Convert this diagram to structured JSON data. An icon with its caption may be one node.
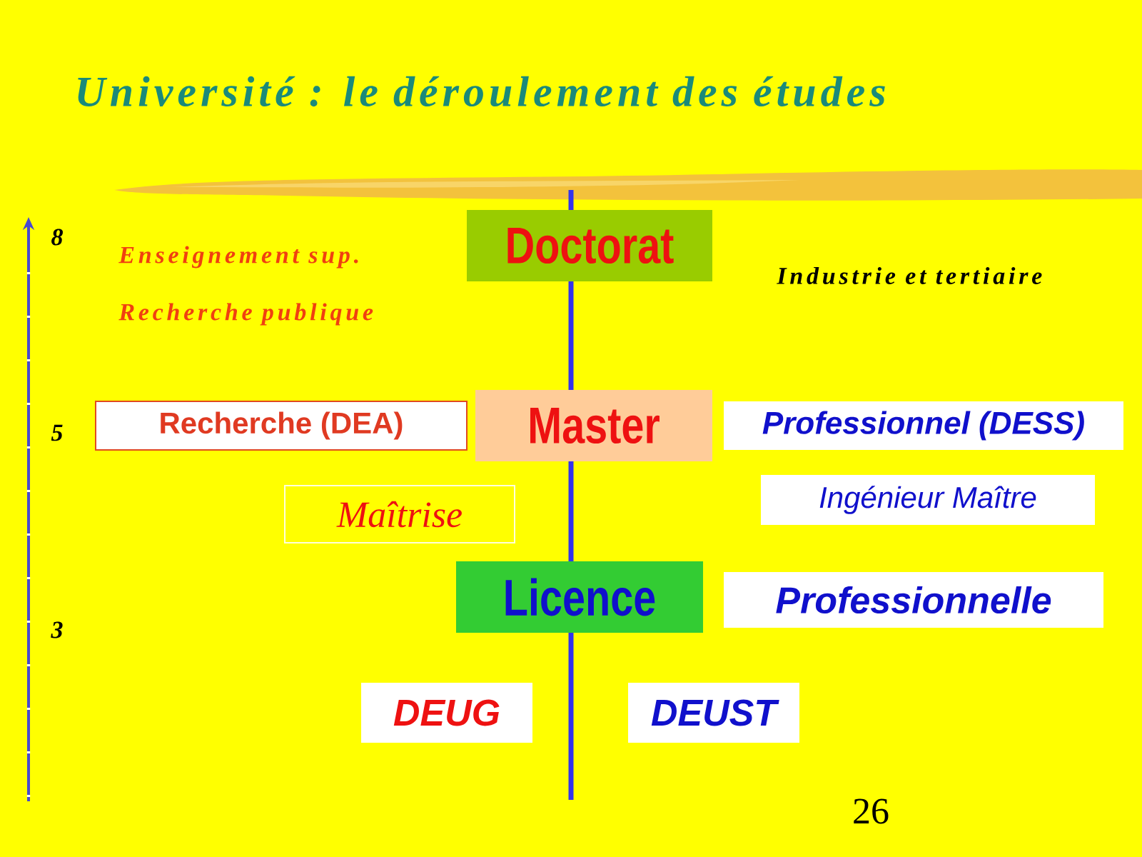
{
  "diagram": {
    "title": "Université : le déroulement des études",
    "nodes": [
      {
        "text": [
          "Doctorat"
        ]
      },
      {
        "text": [
          "Recherche (DEA)"
        ]
      },
      {
        "text": [
          "Master"
        ]
      },
      {
        "text": [
          "Professionnel (DESS)"
        ]
      },
      {
        "text": [
          "Maîtrise"
        ]
      },
      {
        "text": [
          "Ingénieur Maître"
        ]
      },
      {
        "text": [
          "Licence"
        ]
      },
      {
        "text": [
          "Professionnelle"
        ]
      },
      {
        "text": [
          "DEUG"
        ]
      },
      {
        "text": [
          "DEUST"
        ]
      }
    ],
    "labels": [
      "8",
      "Enseignement sup.",
      "Industrie et tertiaire",
      "Recherche publique",
      "5",
      "3",
      "26"
    ]
  }
}
